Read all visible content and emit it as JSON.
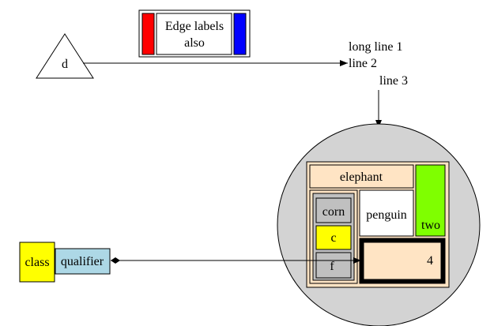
{
  "nodes": {
    "d": {
      "label": "d"
    },
    "edge_label_box": {
      "line1": "Edge labels",
      "line2": "also"
    },
    "edge_label_text": {
      "line1": "long line 1",
      "line2": "line 2",
      "line3": "line 3"
    },
    "record": {
      "elephant": "elephant",
      "corn": "corn",
      "c": "c",
      "f": "f",
      "penguin": "penguin",
      "two": "two",
      "four": "4"
    },
    "class_node": {
      "class_label": "class",
      "qualifier_label": "qualifier"
    }
  },
  "colors": {
    "red": "#ff0000",
    "blue": "#0000ff",
    "yellow": "#ffff00",
    "green": "#7fff00",
    "peach": "#ffe4c4",
    "gray": "#c0c0c0",
    "light_blue": "#add8e6",
    "circle_fill": "#d3d3d3"
  }
}
